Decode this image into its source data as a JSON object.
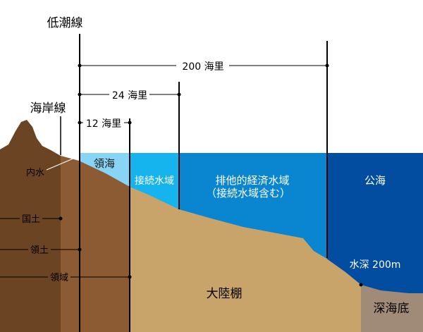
{
  "labels": {
    "low_tide_line": "低潮線",
    "coastline": "海岸線",
    "nm200": "200 海里",
    "nm24": "24 海里",
    "nm12": "12 海里",
    "internal_waters": "内水",
    "territorial_sea": "領海",
    "contiguous_zone": "接続水域",
    "eez_line1": "排他的経済水域",
    "eez_line2": "（接続水域含む）",
    "high_seas": "公海",
    "land_territory": "国土",
    "territory": "領土",
    "domain": "領域",
    "depth": "水深 200m",
    "continental_shelf": "大陸棚",
    "deep_seabed": "深海底"
  },
  "colors": {
    "land_dark": "#6b4424",
    "land_mid": "#8c5a33",
    "shelf": "#c9a46a",
    "deep_seabed": "#a08a78",
    "territorial_sea": "#88d4f5",
    "contiguous_zone": "#16b4ee",
    "eez": "#0a85cf",
    "high_seas": "#034da0"
  }
}
